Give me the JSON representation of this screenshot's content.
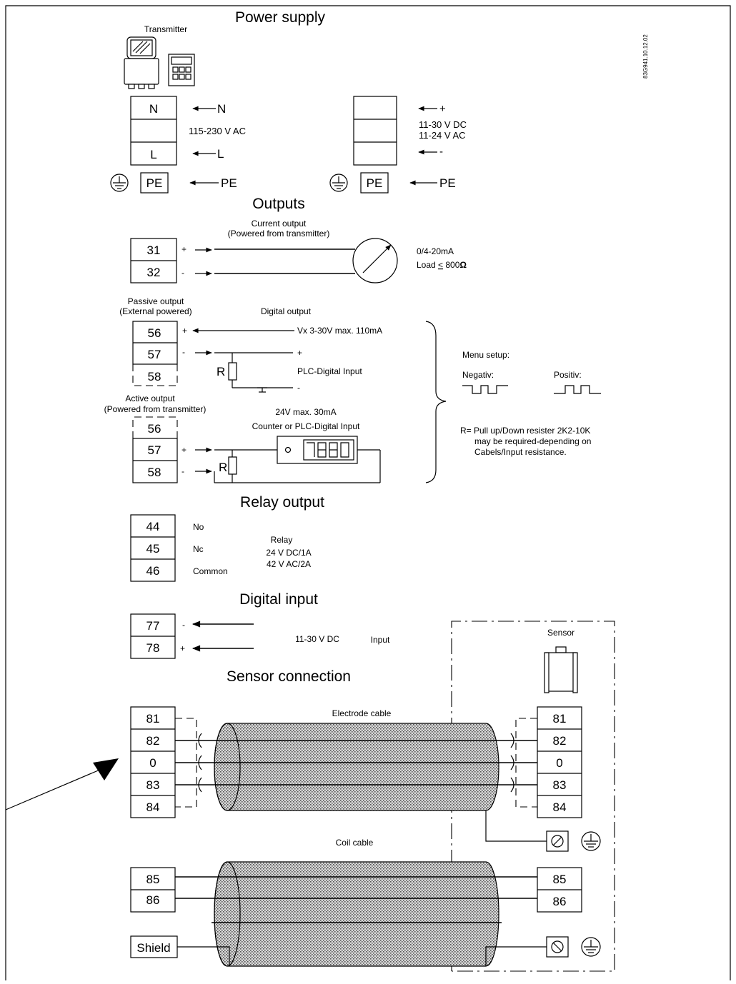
{
  "titles": {
    "power_supply": "Power supply",
    "outputs": "Outputs",
    "relay_output": "Relay output",
    "digital_input": "Digital input",
    "sensor_connection": "Sensor connection"
  },
  "doc_code": "83G941.10.12.02",
  "power": {
    "transmitter": "Transmitter",
    "ac": {
      "n_terminal": "N",
      "l_terminal": "L",
      "n_wire": "N",
      "l_wire": "L",
      "voltage": "115-230 V AC"
    },
    "dc": {
      "plus": "+",
      "minus": "-",
      "voltage1": "11-30 V DC",
      "voltage2": "11-24 V AC"
    },
    "pe": "PE"
  },
  "current_output": {
    "title1": "Current output",
    "title2": "(Powered from transmitter)",
    "t31": "31",
    "t32": "32",
    "plus": "+",
    "minus": "-",
    "range": "0/4-20mA",
    "load_prefix": "Load ",
    "load_le": "<",
    "load_value": " 800",
    "ohm": "Ω"
  },
  "passive_output": {
    "title1": "Passive output",
    "title2": "(External powered)",
    "digital_output": "Digital output",
    "t56": "56",
    "t57": "57",
    "t58": "58",
    "plus": "+",
    "minus": "-",
    "vx": "Vx 3-30V max. 110mA",
    "plc": "PLC-Digital Input",
    "plc_plus": "+",
    "plc_minus": "-",
    "r": "R"
  },
  "active_output": {
    "title1": "Active output",
    "title2": "(Powered from transmitter)",
    "t56": "56",
    "t57": "57",
    "t58": "58",
    "plus": "+",
    "minus": "-",
    "spec": "24V max. 30mA",
    "counter": "Counter or PLC-Digital Input",
    "r": "R"
  },
  "menu": {
    "setup": "Menu setup:",
    "negativ": "Negativ:",
    "positiv": "Positiv:",
    "note1": "R= Pull up/Down resister 2K2-10K",
    "note2": "may be required-depending on",
    "note3": "Cabels/Input resistance."
  },
  "relay": {
    "t44": "44",
    "t45": "45",
    "t46": "46",
    "no": "No",
    "nc": "Nc",
    "common": "Common",
    "relay": "Relay",
    "spec1": "24 V DC/1A",
    "spec2": "42 V AC/2A"
  },
  "digital_input": {
    "t77": "77",
    "t78": "78",
    "minus": "-",
    "plus": "+",
    "voltage": "11-30 V DC",
    "input": "Input"
  },
  "sensor": {
    "sensor": "Sensor",
    "electrode_cable": "Electrode cable",
    "coil_cable": "Coil cable",
    "left": [
      "81",
      "82",
      "0",
      "83",
      "84"
    ],
    "right": [
      "81",
      "82",
      "0",
      "83",
      "84"
    ],
    "coil_left": [
      "85",
      "86"
    ],
    "coil_right": [
      "85",
      "86"
    ],
    "shield": "Shield"
  }
}
